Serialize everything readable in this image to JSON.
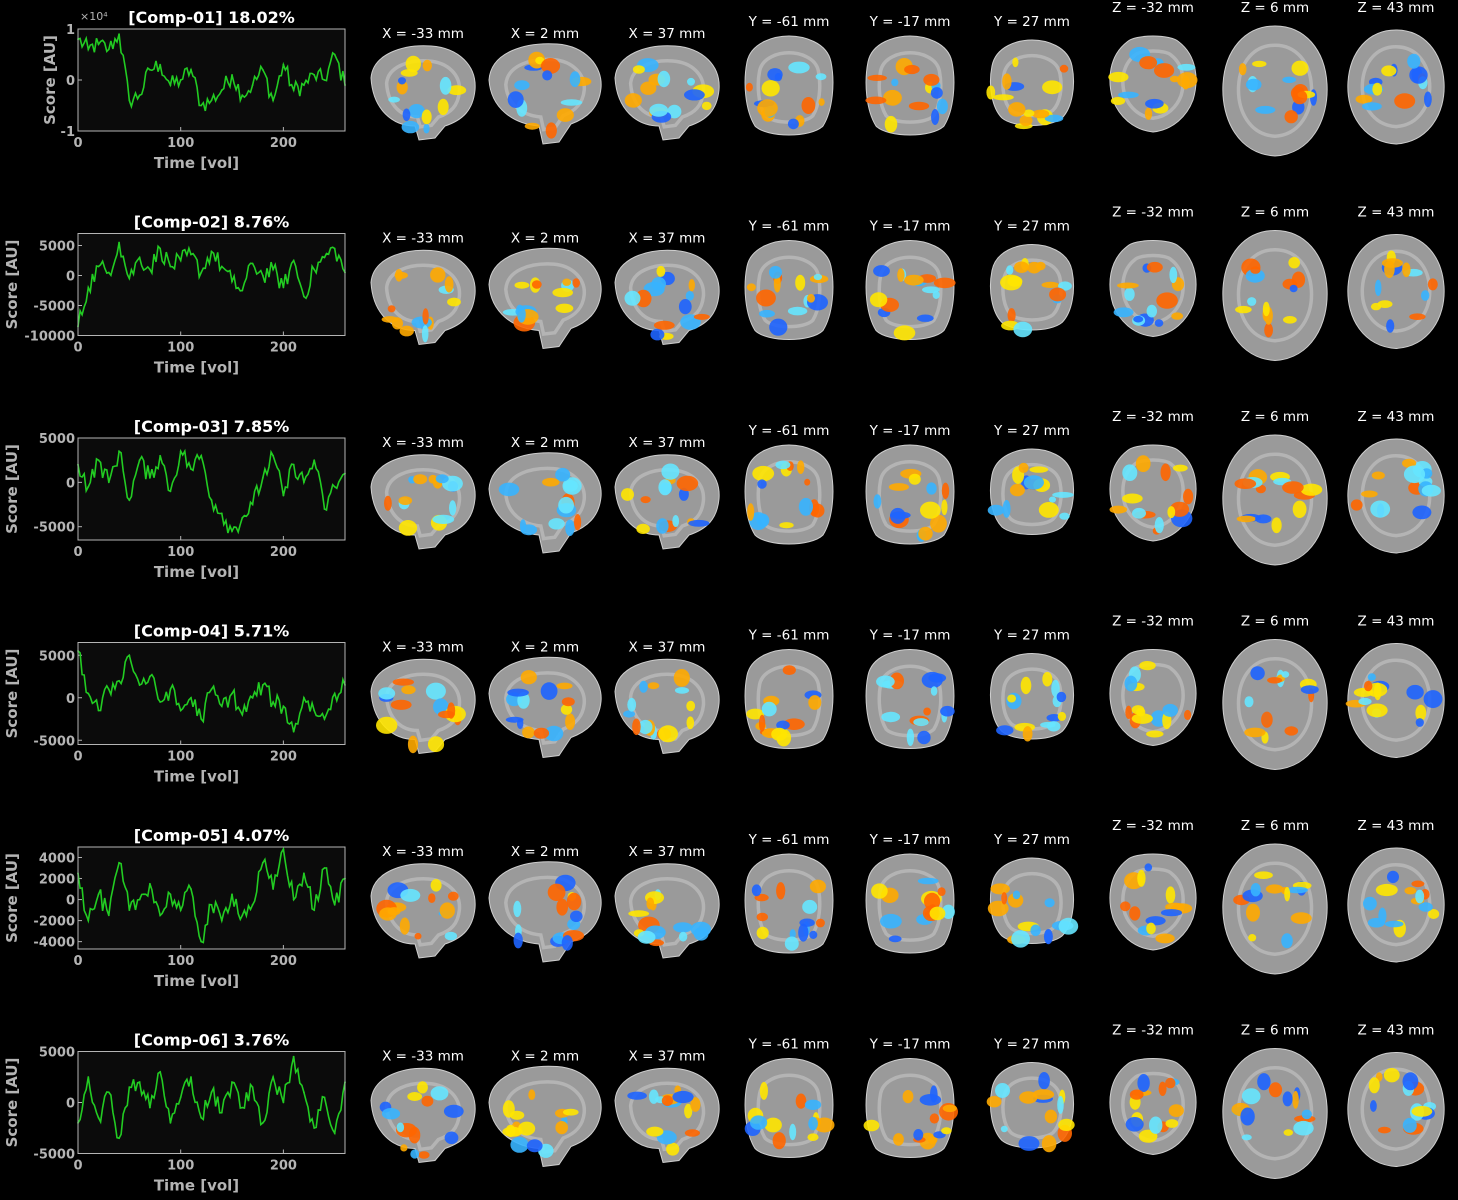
{
  "figure": {
    "views": [
      {
        "label": "X = -33 mm",
        "kind": "sag"
      },
      {
        "label": "X = 2 mm",
        "kind": "sag-mid"
      },
      {
        "label": "X = 37 mm",
        "kind": "sag"
      },
      {
        "label": "Y = -61 mm",
        "kind": "cor"
      },
      {
        "label": "Y = -17 mm",
        "kind": "cor"
      },
      {
        "label": "Y = 27 mm",
        "kind": "cor-front"
      },
      {
        "label": "Z = -32 mm",
        "kind": "ax-low"
      },
      {
        "label": "Z = 6 mm",
        "kind": "ax"
      },
      {
        "label": "Z = 43 mm",
        "kind": "ax-high"
      }
    ],
    "colors": {
      "trace": "#22cc22",
      "axis": "#b4b4b4",
      "plot_bg": "#0b0b0b",
      "brain_gray": "#9a9a9a",
      "warm": [
        "#ff6600",
        "#ffaa00",
        "#ffe600"
      ],
      "cool": [
        "#1e64ff",
        "#37b4ff",
        "#66e6ff"
      ]
    }
  },
  "chart_data": [
    {
      "type": "line",
      "title": "[Comp-01] 18.02%",
      "xlabel": "Time [vol]",
      "ylabel": "Score [AU]",
      "multiplier": "×10⁴",
      "xlim": [
        0,
        260
      ],
      "ylim": [
        -1,
        1
      ],
      "xticks": [
        "0",
        "100",
        "200"
      ],
      "yticks": [
        "1",
        "0",
        "-1"
      ],
      "yticks_values": [
        1,
        0,
        -1
      ],
      "x": [
        0,
        10,
        20,
        30,
        40,
        50,
        60,
        70,
        80,
        90,
        100,
        110,
        120,
        130,
        140,
        150,
        160,
        170,
        180,
        190,
        200,
        210,
        220,
        230,
        240,
        250,
        260
      ],
      "values": [
        0.8,
        0.6,
        0.7,
        0.6,
        0.9,
        -0.4,
        -0.3,
        0.2,
        0.3,
        -0.1,
        0.0,
        0.2,
        -0.5,
        -0.4,
        -0.2,
        0.1,
        -0.3,
        -0.1,
        0.2,
        -0.4,
        0.3,
        -0.2,
        -0.1,
        0.1,
        0.0,
        0.5,
        -0.1
      ]
    },
    {
      "type": "line",
      "title": "[Comp-02] 8.76%",
      "xlabel": "Time [vol]",
      "ylabel": "Score [AU]",
      "xlim": [
        0,
        260
      ],
      "ylim": [
        -10000,
        7000
      ],
      "xticks": [
        "0",
        "100",
        "200"
      ],
      "yticks": [
        "5000",
        "0",
        "-5000",
        "-10000"
      ],
      "yticks_values": [
        5000,
        0,
        -5000,
        -10000
      ],
      "x": [
        0,
        10,
        20,
        30,
        40,
        50,
        60,
        70,
        80,
        90,
        100,
        110,
        120,
        130,
        140,
        150,
        160,
        170,
        180,
        190,
        200,
        210,
        220,
        230,
        240,
        250,
        260
      ],
      "values": [
        -8500,
        -2000,
        1500,
        500,
        5500,
        -500,
        3000,
        1000,
        4500,
        1500,
        2500,
        3500,
        500,
        4000,
        1500,
        -1000,
        -2500,
        2000,
        0,
        1000,
        -2000,
        2500,
        -3500,
        1000,
        3000,
        4500,
        500
      ]
    },
    {
      "type": "line",
      "title": "[Comp-03] 7.85%",
      "xlabel": "Time [vol]",
      "ylabel": "Score [AU]",
      "xlim": [
        0,
        260
      ],
      "ylim": [
        -6500,
        5000
      ],
      "xticks": [
        "0",
        "100",
        "200"
      ],
      "yticks": [
        "5000",
        "0",
        "-5000"
      ],
      "yticks_values": [
        5000,
        0,
        -5000
      ],
      "x": [
        0,
        10,
        20,
        30,
        40,
        50,
        60,
        70,
        80,
        90,
        100,
        110,
        120,
        130,
        140,
        150,
        160,
        170,
        180,
        190,
        200,
        210,
        220,
        230,
        240,
        250,
        260
      ],
      "values": [
        2000,
        -500,
        2500,
        0,
        3500,
        -2000,
        2500,
        500,
        3000,
        -1000,
        3500,
        1500,
        3000,
        -2000,
        -3500,
        -5500,
        -4000,
        -2500,
        500,
        3000,
        -1500,
        2000,
        0,
        2500,
        -3000,
        -500,
        1000
      ]
    },
    {
      "type": "line",
      "title": "[Comp-04] 5.71%",
      "xlabel": "Time [vol]",
      "ylabel": "Score [AU]",
      "xlim": [
        0,
        260
      ],
      "ylim": [
        -5500,
        6500
      ],
      "xticks": [
        "0",
        "100",
        "200"
      ],
      "yticks": [
        "5000",
        "0",
        "-5000"
      ],
      "yticks_values": [
        5000,
        0,
        -5000
      ],
      "x": [
        0,
        10,
        20,
        30,
        40,
        50,
        60,
        70,
        80,
        90,
        100,
        110,
        120,
        130,
        140,
        150,
        160,
        170,
        180,
        190,
        200,
        210,
        220,
        230,
        240,
        250,
        260
      ],
      "values": [
        5500,
        500,
        -1500,
        1000,
        2000,
        5000,
        1500,
        2500,
        -500,
        1000,
        -1500,
        0,
        -2500,
        1000,
        -1000,
        500,
        -2000,
        0,
        1500,
        -500,
        -1000,
        -4000,
        0,
        -1500,
        -2500,
        500,
        1500
      ]
    },
    {
      "type": "line",
      "title": "[Comp-05] 4.07%",
      "xlabel": "Time [vol]",
      "ylabel": "Score [AU]",
      "xlim": [
        0,
        260
      ],
      "ylim": [
        -4700,
        5000
      ],
      "xticks": [
        "0",
        "100",
        "200"
      ],
      "yticks": [
        "4000",
        "2000",
        "0",
        "-2000",
        "-4000"
      ],
      "yticks_values": [
        4000,
        2000,
        0,
        -2000,
        -4000
      ],
      "x": [
        0,
        10,
        20,
        30,
        40,
        50,
        60,
        70,
        80,
        90,
        100,
        110,
        120,
        130,
        140,
        150,
        160,
        170,
        180,
        190,
        200,
        210,
        220,
        230,
        240,
        250,
        260
      ],
      "values": [
        2500,
        -2000,
        500,
        -1500,
        3500,
        -1000,
        0,
        1500,
        -1500,
        500,
        -1000,
        1000,
        -4000,
        -500,
        -2000,
        500,
        -1500,
        -500,
        3500,
        1000,
        4800,
        0,
        2500,
        -1000,
        3000,
        -500,
        2000
      ]
    },
    {
      "type": "line",
      "title": "[Comp-06] 3.76%",
      "xlabel": "Time [vol]",
      "ylabel": "Score [AU]",
      "xlim": [
        0,
        260
      ],
      "ylim": [
        -5000,
        5000
      ],
      "xticks": [
        "0",
        "100",
        "200"
      ],
      "yticks": [
        "5000",
        "0",
        "-5000"
      ],
      "yticks_values": [
        5000,
        0,
        -5000
      ],
      "x": [
        0,
        10,
        20,
        30,
        40,
        50,
        60,
        70,
        80,
        90,
        100,
        110,
        120,
        130,
        140,
        150,
        160,
        170,
        180,
        190,
        200,
        210,
        220,
        230,
        240,
        250,
        260
      ],
      "values": [
        -2000,
        2500,
        -1500,
        1000,
        -3500,
        1500,
        2000,
        -500,
        3000,
        -2000,
        500,
        2500,
        -1500,
        1000,
        -1000,
        2000,
        -500,
        1500,
        -2000,
        2500,
        0,
        4500,
        1000,
        -2500,
        500,
        -3000,
        2000
      ]
    }
  ]
}
